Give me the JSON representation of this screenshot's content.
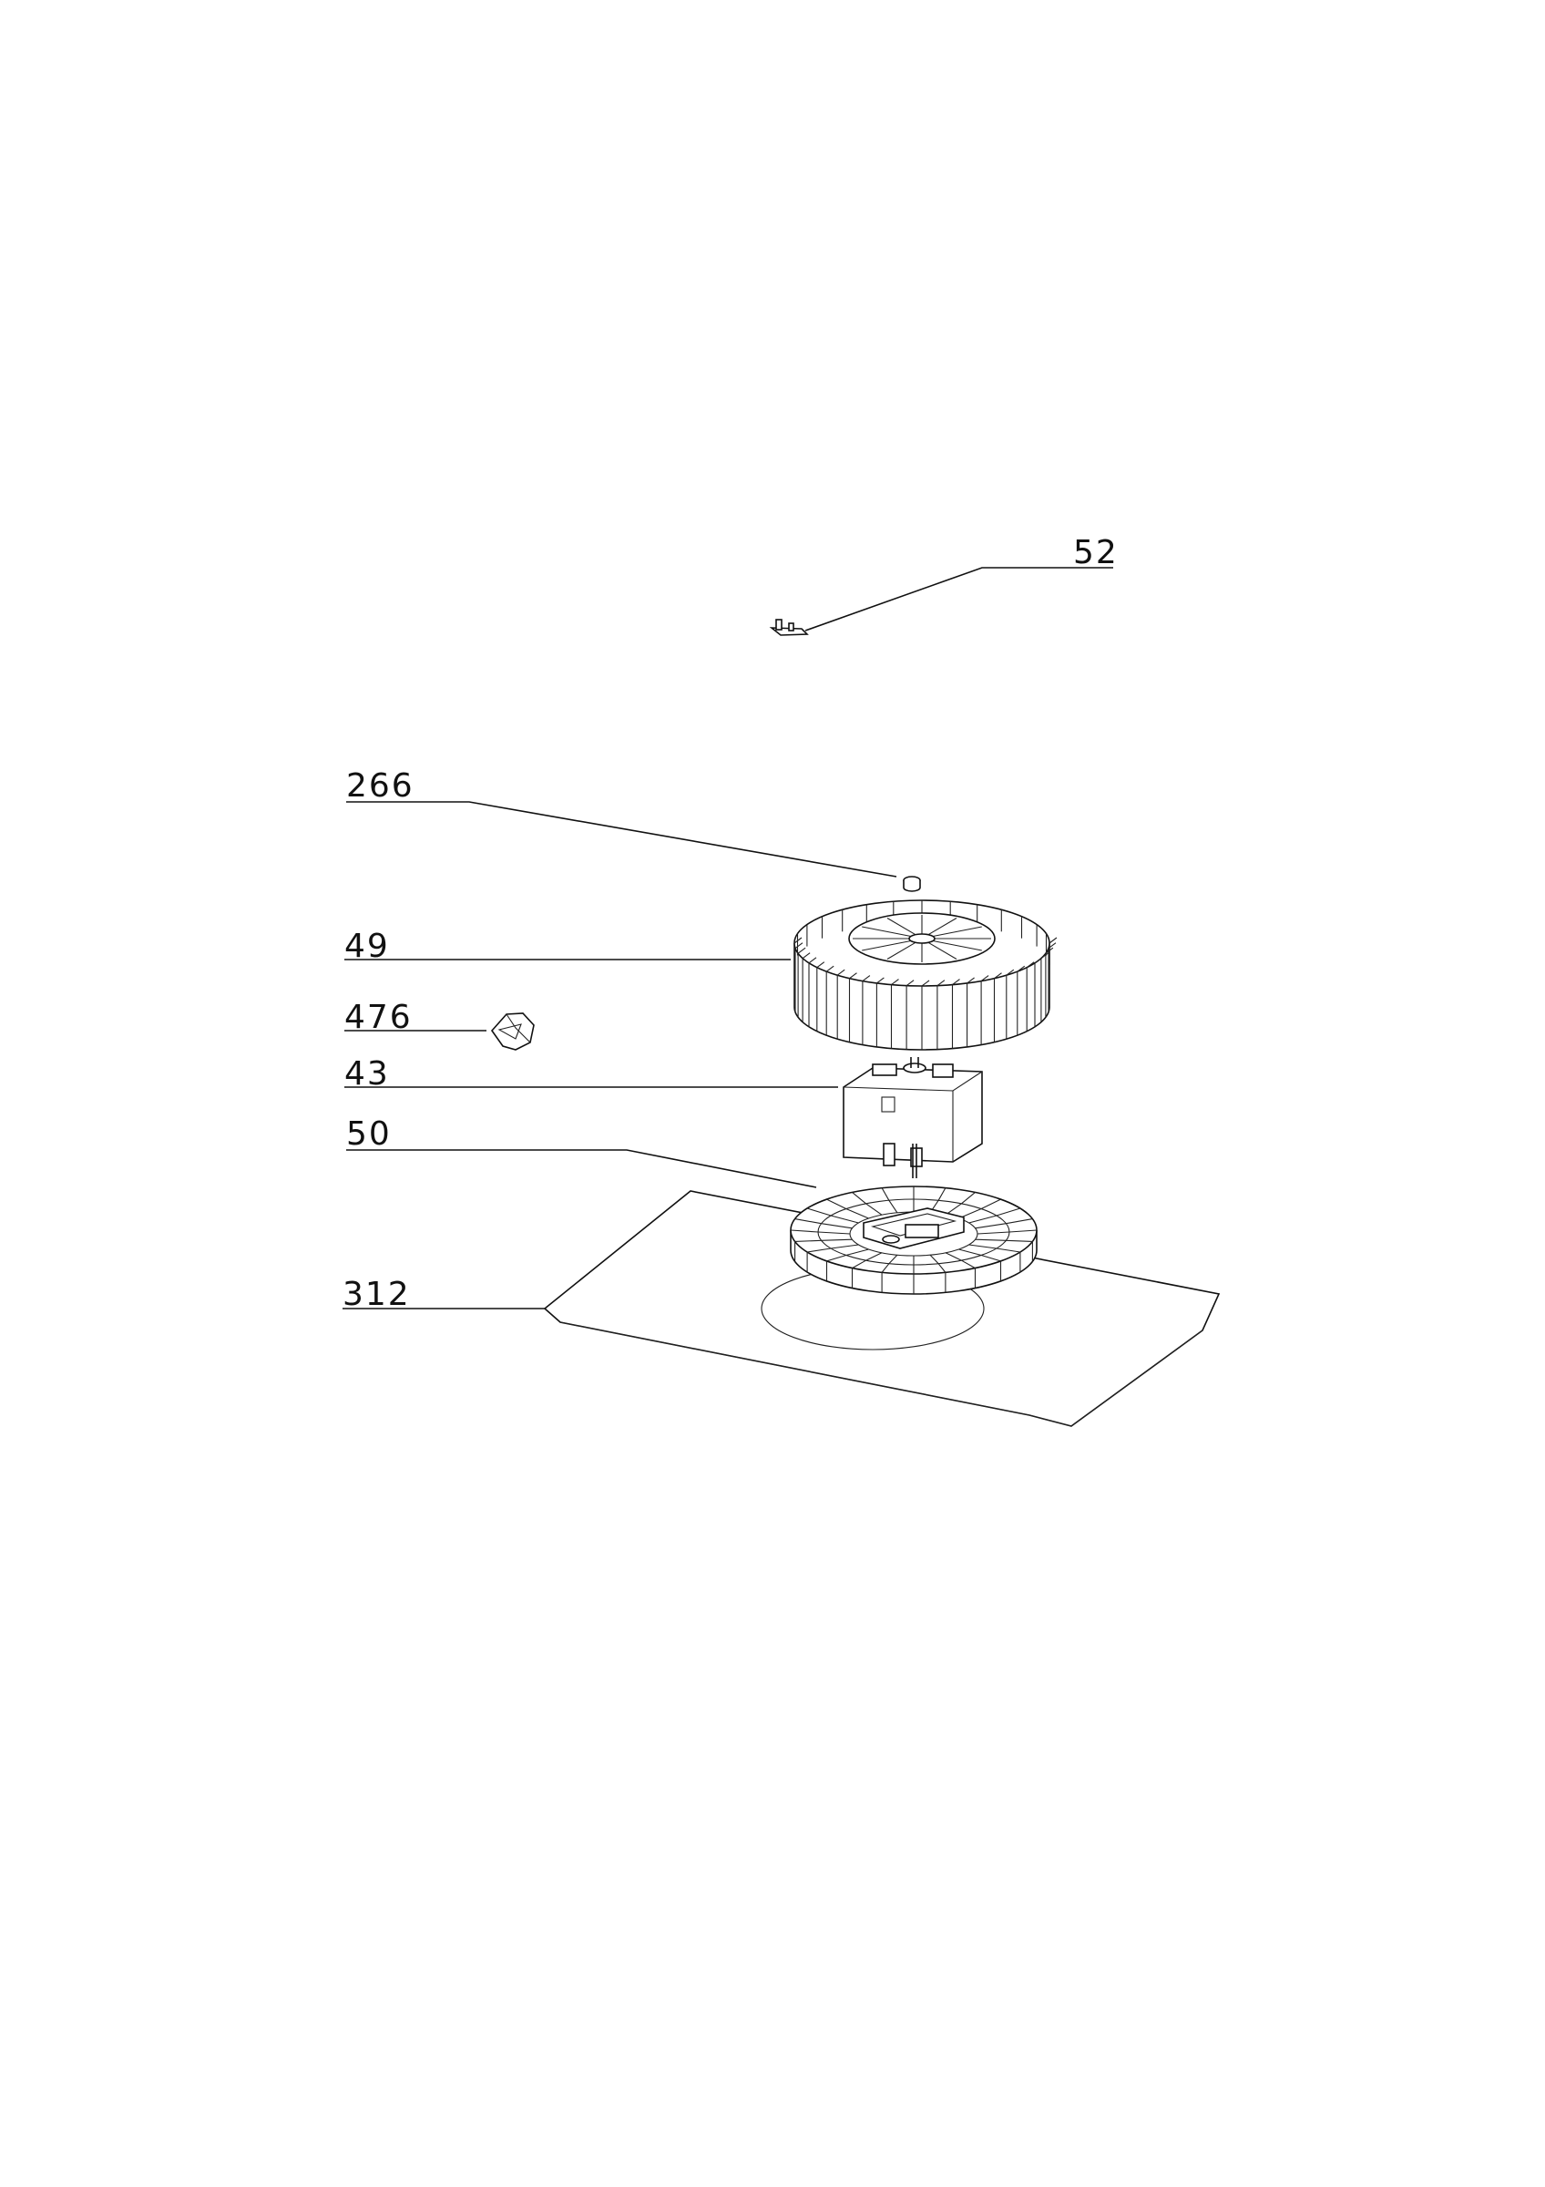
{
  "callouts": [
    {
      "id": "c52",
      "number": "52"
    },
    {
      "id": "c266",
      "number": "266"
    },
    {
      "id": "c49",
      "number": "49"
    },
    {
      "id": "c476",
      "number": "476"
    },
    {
      "id": "c43",
      "number": "43"
    },
    {
      "id": "c50",
      "number": "50"
    },
    {
      "id": "c312",
      "number": "312"
    }
  ]
}
